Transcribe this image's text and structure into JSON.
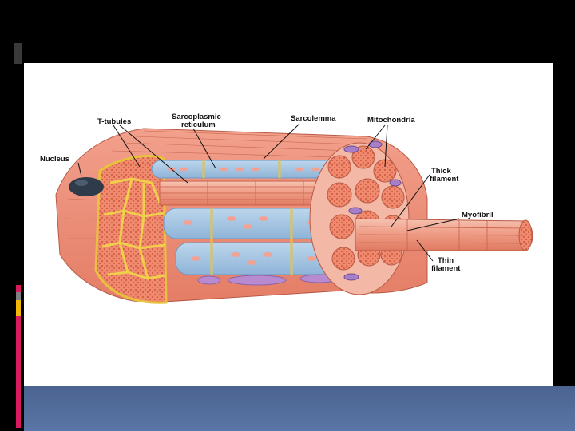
{
  "slide": {
    "accent_colors": [
      "#d81b60",
      "#7f7f7f",
      "#f2b705",
      "#d81b60"
    ],
    "background": "#000000",
    "band_color": "#5a76a6"
  },
  "diagram": {
    "labels": {
      "t_tubules": "T-tubules",
      "sarcoplasmic_1": "Sarcoplasmic",
      "sarcoplasmic_2": "reticulum",
      "sarcolemma": "Sarcolemma",
      "mitochondria": "Mitochondria",
      "nucleus": "Nucleus",
      "thick_1": "Thick",
      "thick_2": "filament",
      "myofibril": "Myofibril",
      "thin_1": "Thin",
      "thin_2": "filament"
    }
  }
}
